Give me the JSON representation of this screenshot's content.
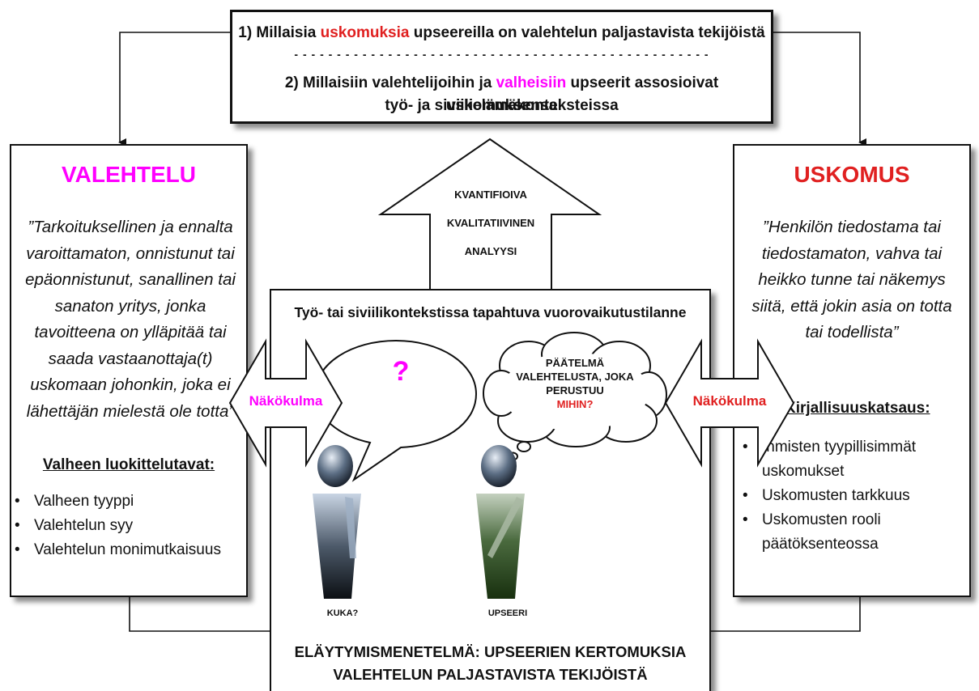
{
  "colors": {
    "magenta": "#ff00ff",
    "red": "#e02020",
    "text": "#111111"
  },
  "question_box": {
    "line1": {
      "prefix": "1)   Millaisia ",
      "highlight": "uskomuksia",
      "suffix": " upseereilla on valehtelun paljastavista tekijöistä"
    },
    "divider": "- - - - - - - - - - - - - - - - - - - - - - - - - - - - - - - - - - - - - - - - - - - - - - - - -",
    "line2": {
      "prefix": "2) Millaisiin valehtelijoihin ja ",
      "highlight": "valheisiin",
      "suffix": " upseerit assosioivat uskomuksensa"
    },
    "line3": "työ- ja siviilielämäkonteksteissa"
  },
  "left_box": {
    "title": "VALEHTELU",
    "quote": "”Tarkoituksellinen ja ennalta varoittamaton, onnistunut tai epäonnistunut, sanallinen tai sanaton yritys, jonka tavoitteena on ylläpitää tai saada vastaanottaja(t) uskomaan johonkin, joka ei lähettäjän mielestä ole totta”",
    "subheading": "Valheen luokittelutavat:",
    "items": [
      "Valheen tyyppi",
      "Valehtelun syy",
      "Valehtelun monimutkaisuus"
    ]
  },
  "right_box": {
    "title": "USKOMUS",
    "quote": "”Henkilön tiedostama tai tiedostamaton, vahva tai heikko tunne tai näkemys siitä, että jokin asia on totta tai todellista”",
    "subheading": "Kirjallisuuskatsaus:",
    "items": [
      "Ihmisten tyypillisimmät uskomukset",
      "Uskomusten tarkkuus",
      "Uskomusten rooli päätöksenteossa"
    ]
  },
  "up_arrow": {
    "line1": "KVANTIFIOIVA",
    "line2": "KVALITATIIVINEN",
    "line3": "ANALYYSI"
  },
  "center_box": {
    "title": "Työ- tai siviilikontekstissa tapahtuva vuorovaikutustilanne",
    "speech_mark": "?",
    "thought": {
      "line1": "PÄÄTELMÄ",
      "line2": "VALEHTELUSTA, JOKA",
      "line3": "PERUSTUU",
      "line4": "MIHIN?"
    },
    "figure_left_label": "KUKA?",
    "figure_right_label": "UPSEERI"
  },
  "left_arrow_label": "Näkökulma",
  "right_arrow_label": "Näkökulma",
  "bottom": {
    "line1": "ELÄYTYMISMENETELMÄ: UPSEERIEN KERTOMUKSIA",
    "line2": "VALEHTELUN PALJASTAVISTA TEKIJÖISTÄ"
  }
}
